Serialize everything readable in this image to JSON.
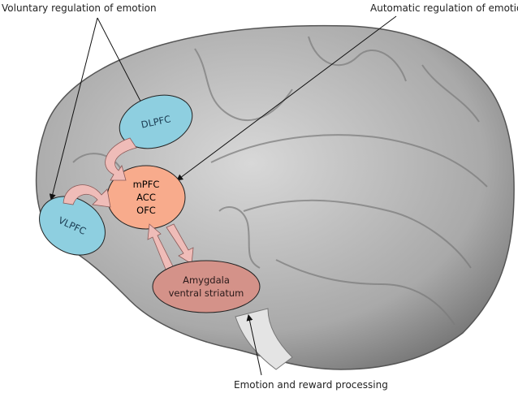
{
  "labels": {
    "voluntary": "Voluntary regulation of emotion",
    "automatic": "Automatic regulation of emotion",
    "emotion": "Emotion and reward processing"
  },
  "nodes": {
    "dlpfc": "DLPFC",
    "vlpfc": "VLPFC",
    "mpfc": [
      "mPFC",
      "ACC",
      "OFC"
    ],
    "amygdala": [
      "Amygdala",
      "ventral striatum"
    ]
  },
  "colors": {
    "lateral_prefrontal": "#8ecfe0",
    "medial_prefrontal": "#f8ab8c",
    "subcortical": "#d49289",
    "arrow": "#efbcb8"
  }
}
